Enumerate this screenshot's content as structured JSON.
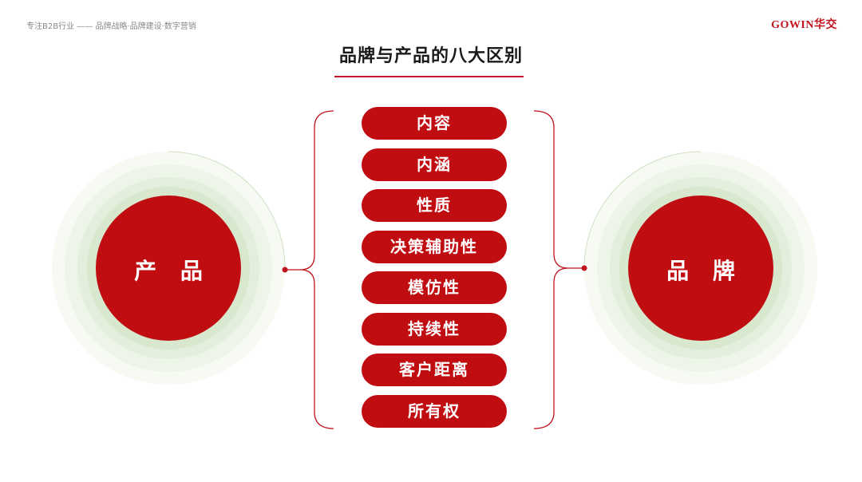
{
  "header": {
    "tagline": "专注B2B行业 —— 品牌战略·品牌建设·数字营销",
    "logo": "GOWIN华交"
  },
  "title": "品牌与产品的八大区别",
  "left_node": {
    "label": "产 品"
  },
  "right_node": {
    "label": "品 牌"
  },
  "differences": [
    {
      "label": "内容"
    },
    {
      "label": "内涵"
    },
    {
      "label": "性质"
    },
    {
      "label": "决策辅助性"
    },
    {
      "label": "模仿性"
    },
    {
      "label": "持续性"
    },
    {
      "label": "客户距离"
    },
    {
      "label": "所有权"
    }
  ],
  "colors": {
    "accent": "#c00d12",
    "halo": "#e3eedc",
    "bracket": "#c0131d"
  }
}
